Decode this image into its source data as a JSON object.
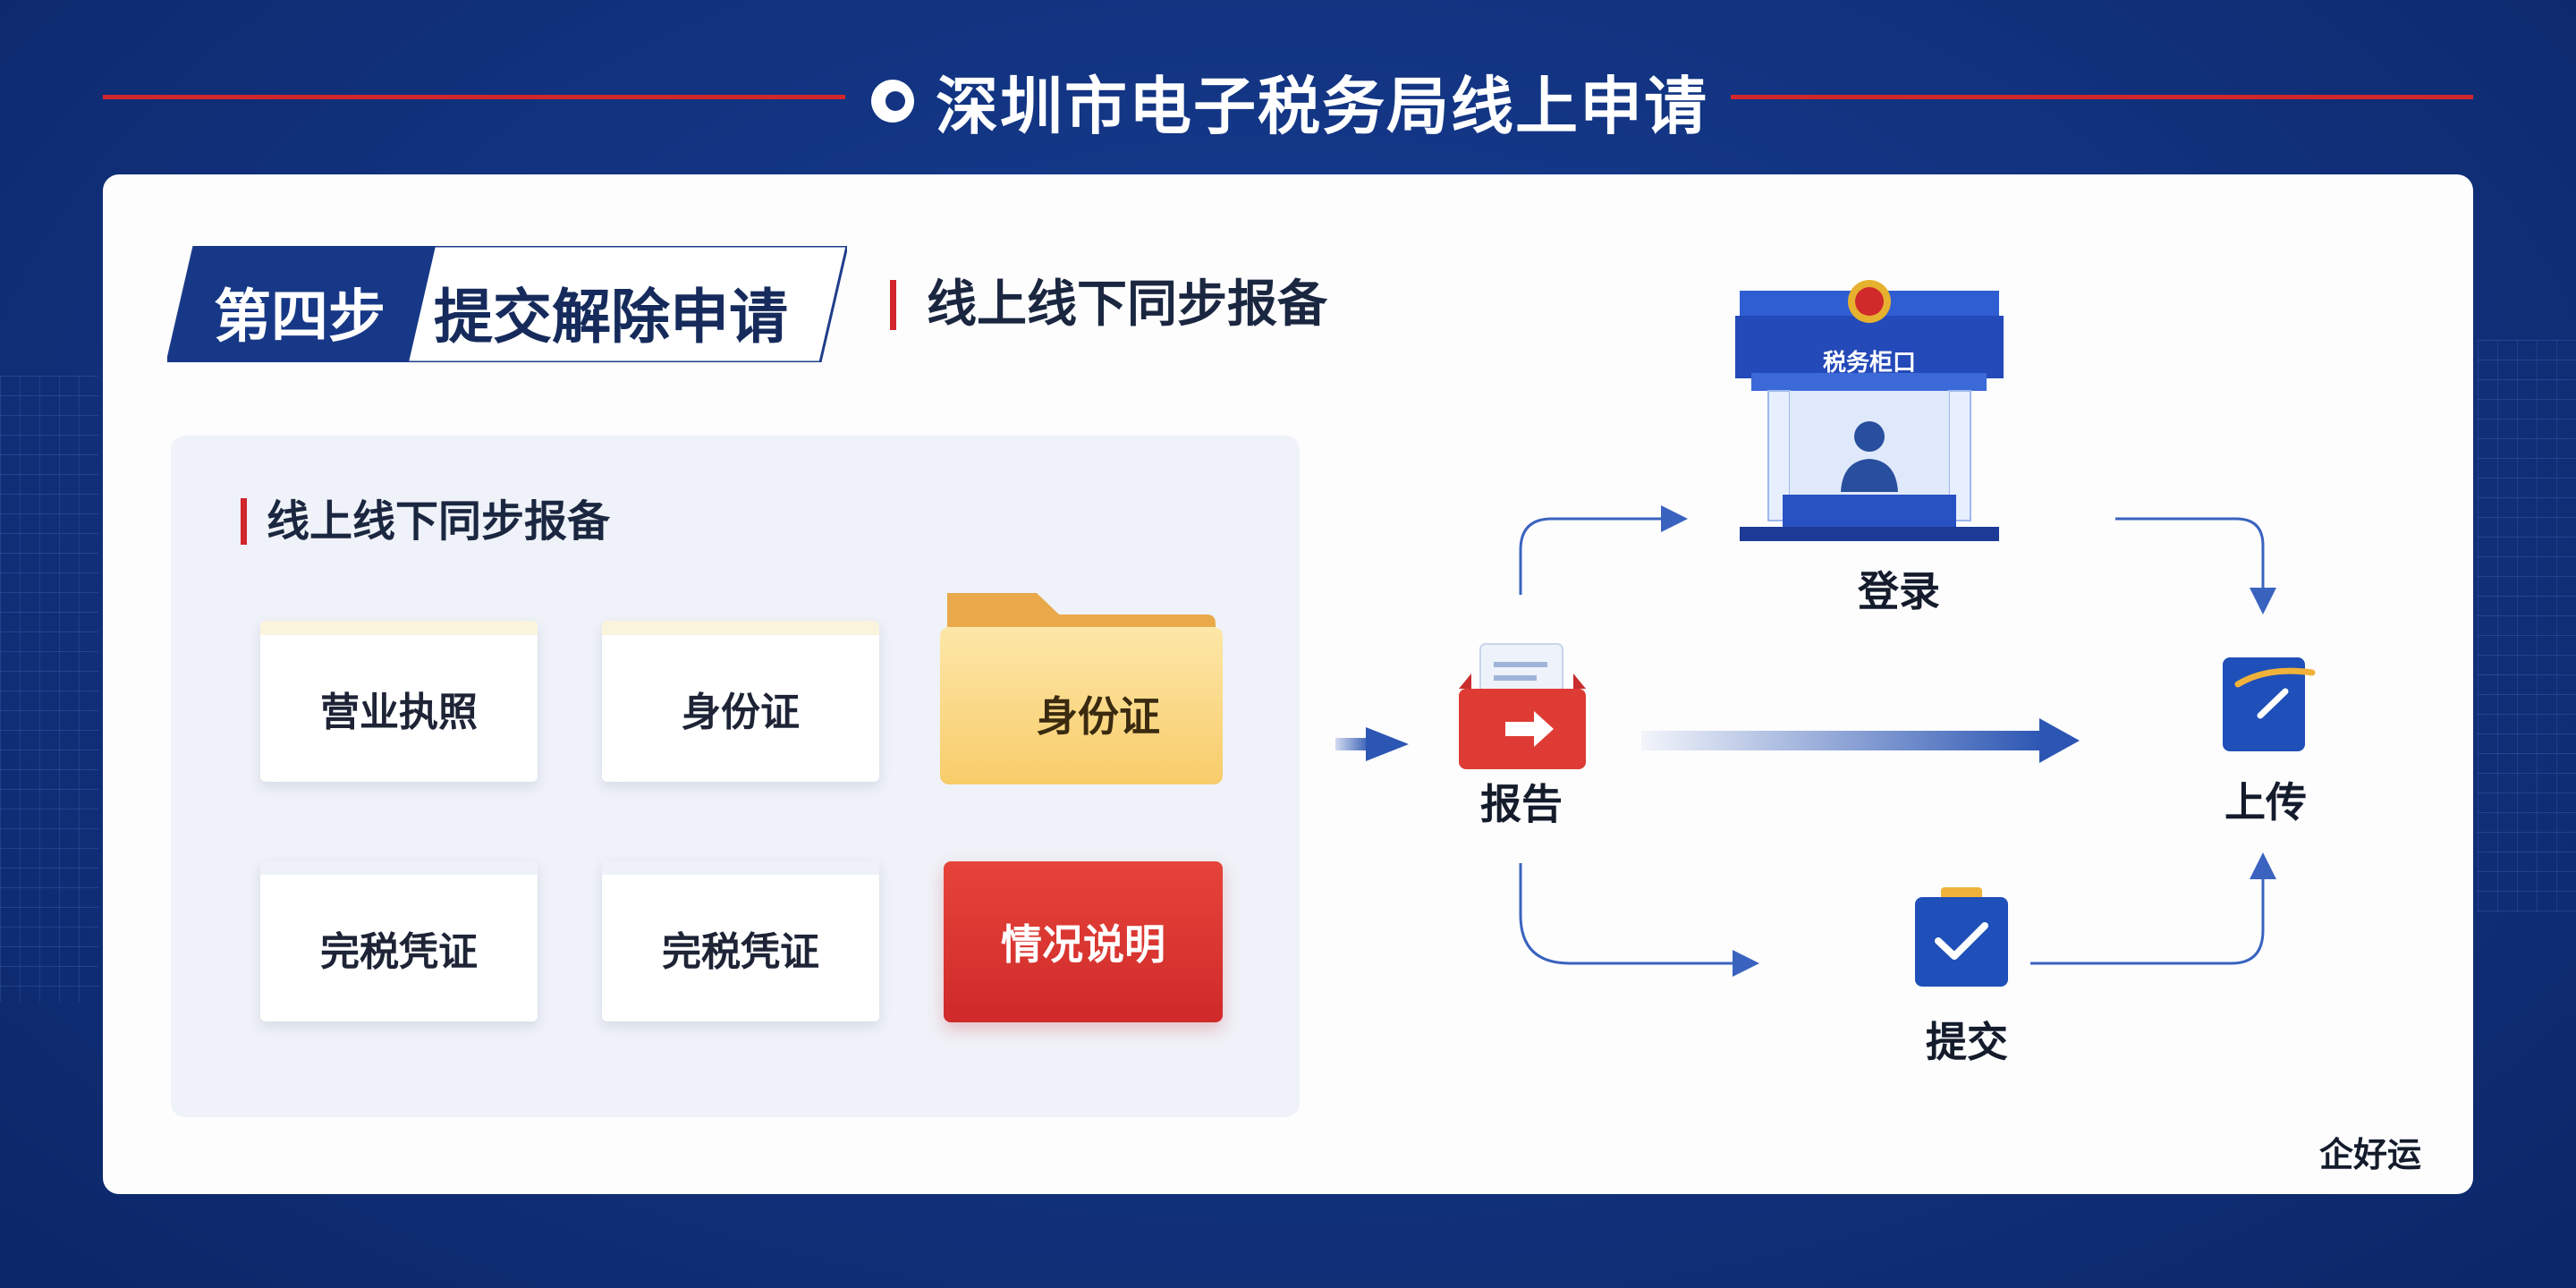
{
  "header": {
    "title": "深圳市电子税务局线上申请"
  },
  "step": {
    "number": "第四步",
    "title": "提交解除申请",
    "subtitle": "线上线下同步报备"
  },
  "panel": {
    "title": "线上线下同步报备",
    "documents": [
      {
        "label": "营业执照"
      },
      {
        "label": "身份证"
      },
      {
        "label": "身份证"
      },
      {
        "label": "完税凭证"
      },
      {
        "label": "完税凭证"
      },
      {
        "label": "情况说明"
      }
    ]
  },
  "flow": {
    "office_sign": "税务柜口",
    "nodes": {
      "login": "登录",
      "report": "报告",
      "upload": "上传",
      "submit": "提交"
    }
  },
  "brand": "企好运",
  "colors": {
    "navy": "#123482",
    "accent_red": "#d0262c",
    "flow_blue": "#2c56b3"
  }
}
